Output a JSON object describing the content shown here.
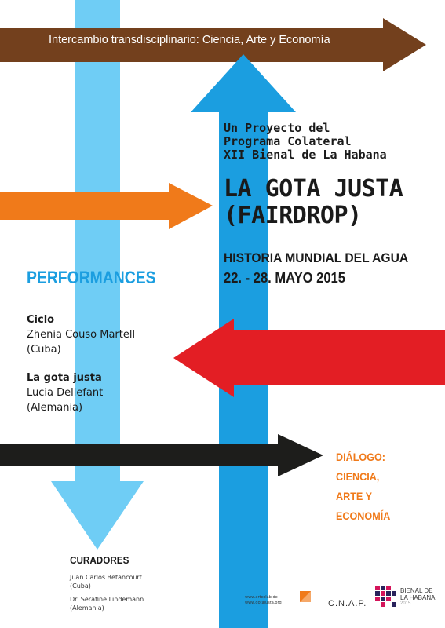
{
  "colors": {
    "brown": "#73401d",
    "light_blue": "#6fcdf5",
    "blue": "#1b9ee0",
    "orange": "#f07a1a",
    "red": "#e31e24",
    "black": "#1d1d1b"
  },
  "top_banner": "Intercambio transdisciplinario: Ciencia, Arte y Economía",
  "project": {
    "line1": "Un Proyecto del",
    "line2": "Programa Colateral",
    "line3": "XII Bienal de La Habana"
  },
  "title": {
    "line1": "LA GOTA JUSTA",
    "line2": "(FAIRDROP)"
  },
  "subtitle": "HISTORIA MUNDIAL DEL AGUA",
  "dates": "22. - 28. MAYO 2015",
  "performances": {
    "heading": "PERFORMANCES",
    "items": [
      {
        "title": "Ciclo",
        "artist": "Zhenia Couso Martell",
        "country": "(Cuba)"
      },
      {
        "title": "La gota justa",
        "artist": "Lucia Dellefant",
        "country": "(Alemania)"
      }
    ]
  },
  "dialogo": {
    "line1": "DIÁLOGO:",
    "line2": "CIENCIA,",
    "line3": "ARTE Y",
    "line4": "ECONOMÍA"
  },
  "curadores": {
    "heading": "CURADORES",
    "people": [
      {
        "name": "Juan Carlos Betancourt",
        "country": "(Cuba)"
      },
      {
        "name": "Dr. Serafine Lindemann",
        "country": "(Alemania)"
      }
    ]
  },
  "footer": {
    "url1": "www.artcolab.de",
    "url2": "www.gotajusta.org",
    "cnap": "C.N.A.P.",
    "bienal_line1": "BIENAL DE",
    "bienal_line2": "LA HABANA",
    "bienal_year": "2015"
  }
}
